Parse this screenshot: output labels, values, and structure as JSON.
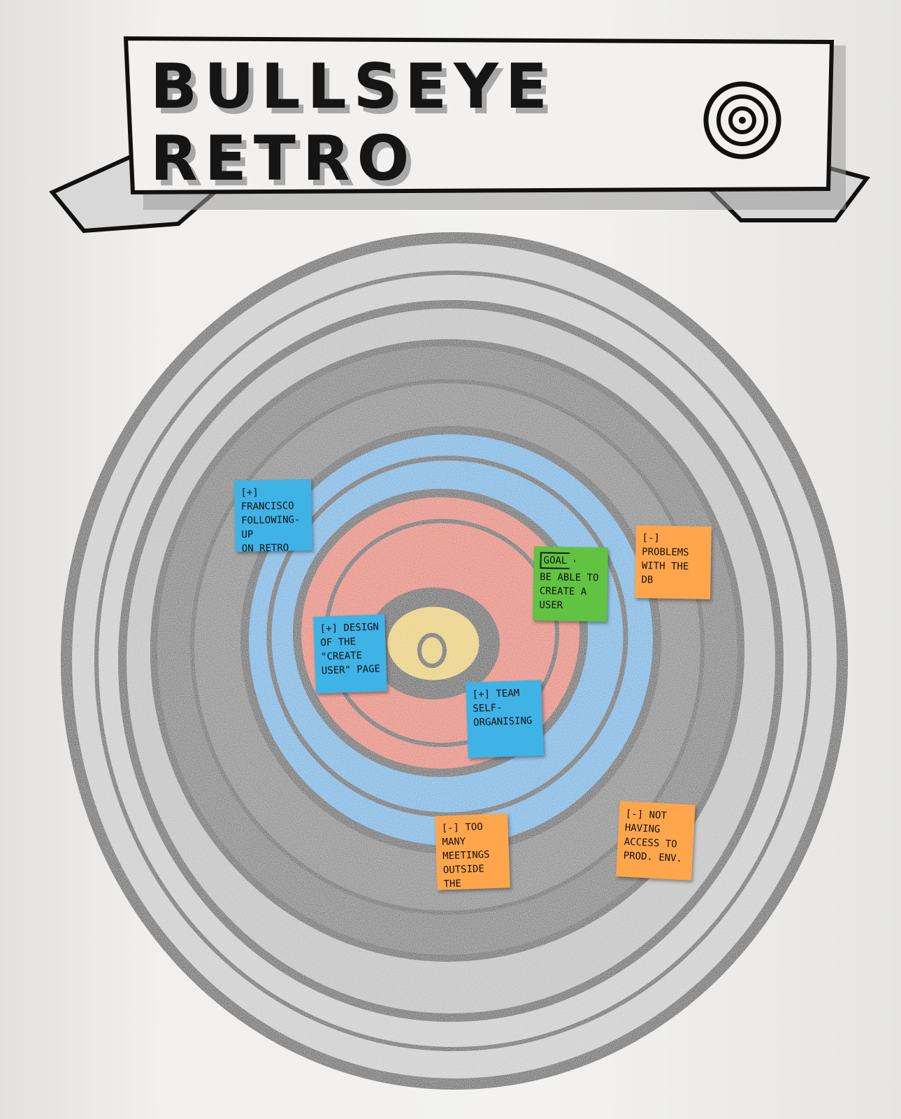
{
  "title": "BULLSEYE RETRO",
  "colors": {
    "outer_ring": "#bdbdbd",
    "dark_ring": "#505050",
    "blue_ring": "#4aa8de",
    "red_ring": "#e2684d",
    "yellow_center": "#e7c84a",
    "blue_note": "#3fb3e6",
    "orange_note": "#ffa64d",
    "green_note": "#61c341"
  },
  "notes": {
    "francisco": "[+] Francisco\nFollowing-up\non Retro\nActions",
    "problems_db": "[-] Problems\nwith the\nDB",
    "goal_tag": "Goal",
    "goal_text": "Be able to\ncreate a\nuser",
    "design": "[+] Design\nof the \"create\nuser\" page",
    "team": "[+] Team\nself-\norganising",
    "meetings": "[-] Too many\nmeetings\noutside the\nteam ones",
    "access": "[-] Not\nhaving\naccess to\nprod. env."
  }
}
